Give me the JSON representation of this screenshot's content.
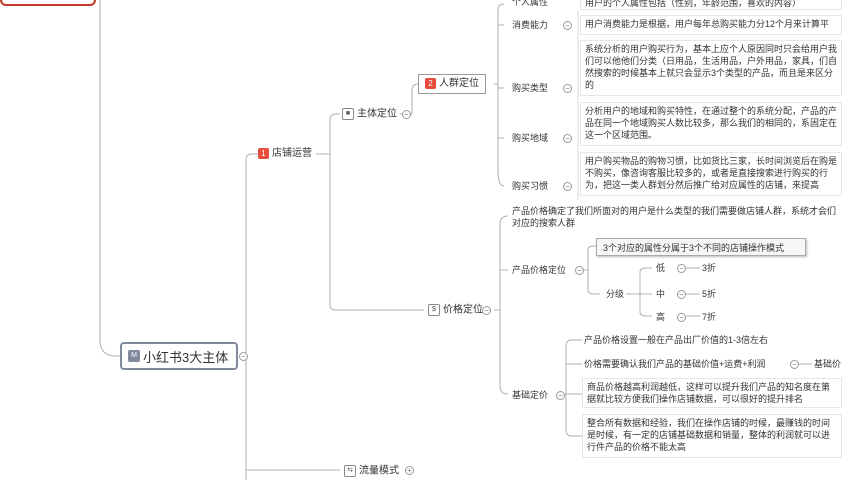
{
  "root": {
    "icon": "mindmap-icon",
    "icon_text": "M",
    "label": "小红书3大主体"
  },
  "level1": {
    "store": {
      "badge": "1",
      "badge_color": "#e74c3c",
      "label": "店铺运营"
    },
    "traffic": {
      "icon": "flow-icon",
      "icon_text": "⇆",
      "label": "流量模式"
    }
  },
  "main_positioning": {
    "icon": "target-icon",
    "icon_text": "■",
    "label": "主体定位"
  },
  "crowd": {
    "badge": "2",
    "badge_color": "#e74c3c",
    "label": "人群定位",
    "rows": [
      {
        "label": "个人属性",
        "text": "用户的个人属性包括（性别，年龄范围，喜欢的内容）"
      },
      {
        "label": "消费能力",
        "text": "用户消费能力是根据，用户每年总购买能力分12个月来计算平"
      },
      {
        "label": "购买类型",
        "text": "系统分析的用户购买行为，基本上应个人原因同时只会给用户我们可以他他们分类（日用品，生活用品，户外用品，家具，们自然搜索的时候基本上就只会显示3个类型的产品，而且是来区分的"
      },
      {
        "label": "购买地域",
        "text": "分析用户的地域和购买特性，在通过整个的系统分配，产品的产品在同一个地域购买人数比较多，那么我们的相同的，系固定在这一个区域范围。"
      },
      {
        "label": "购买习惯",
        "text": "用户购买物品的购物习惯，比如货比三家，长时间浏览后在购是不购买，像咨询客服比较多的，或者是直接搜索进行购买的行为，把这一类人群划分然后推广给对应属性的店铺，来提高"
      }
    ]
  },
  "price": {
    "icon": "price-icon",
    "icon_text": "$",
    "label": "价格定位",
    "intro": "产品价格确定了我们所面对的用户是什么类型的我们需要做店铺人群，系统才会们对应的搜索人群",
    "product_price": {
      "label": "产品价格定位",
      "highlight": "3个对应的属性分属于3个不同的店铺操作模式",
      "grade_label": "分级",
      "grades": [
        {
          "level": "低",
          "discount": "3折"
        },
        {
          "level": "中",
          "discount": "5折"
        },
        {
          "level": "高",
          "discount": "7折"
        }
      ]
    },
    "base_price": {
      "label": "基础定价",
      "items": [
        "产品价格设置一般在产品出厂价值的1-3倍左右",
        "价格需要确认我们产品的基础价值+运费+利润",
        "商品价格越高利润越低，这样可以提升我们产品的知名度在第据就比较方便我们操作店铺数据，可以很好的提升排名",
        "整合所有数据和经验，我们在操作店铺的时候，最赚钱的时间是时候，有一定的店铺基础数据和销量，整体的利润就可以进行件产品的价格不能太高"
      ],
      "sub_label": "基础价"
    }
  },
  "colors": {
    "line": "#b0b0b0",
    "root_border": "#7f8a9c",
    "badge_red": "#e74c3c",
    "top_bar": "#c0392b"
  }
}
